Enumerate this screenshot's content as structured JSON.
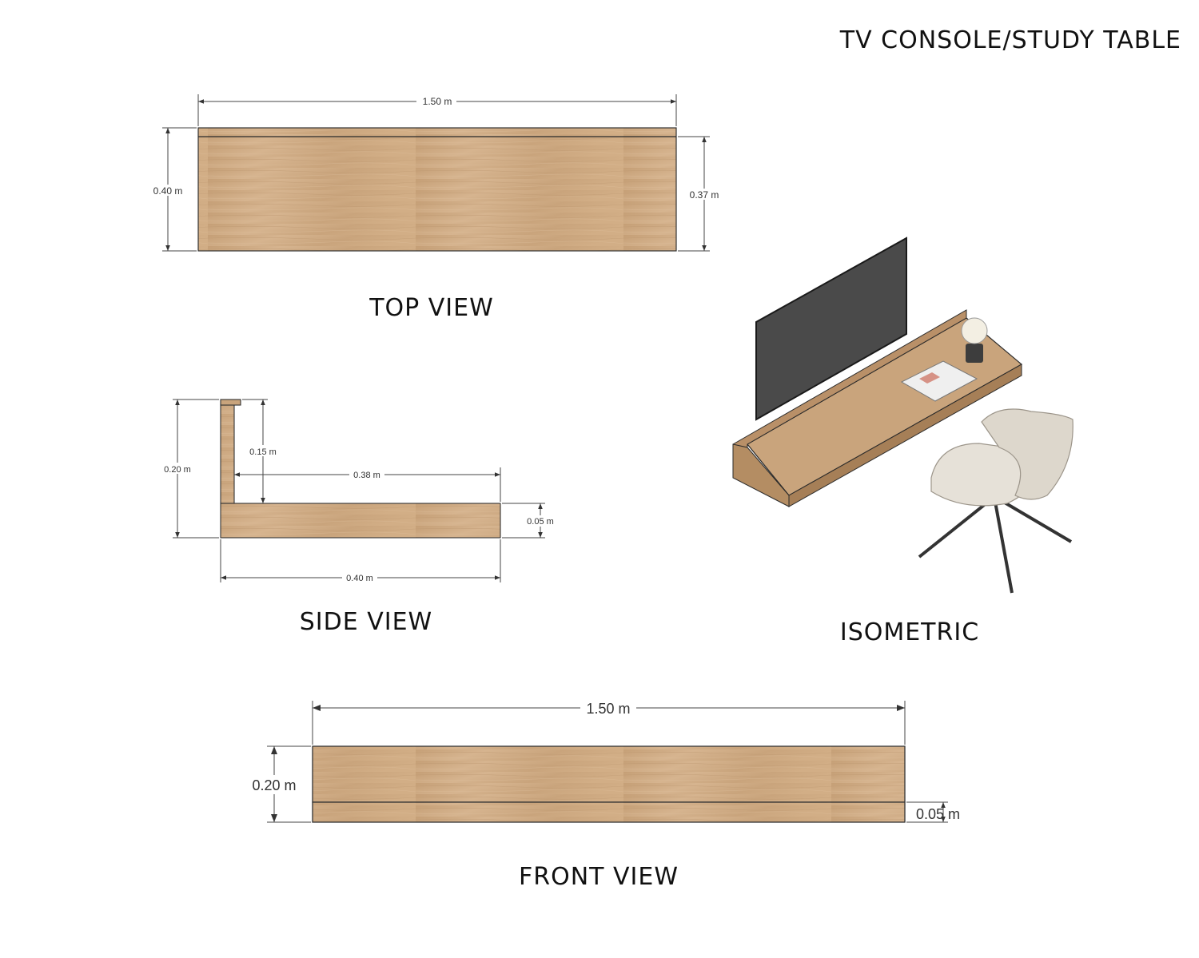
{
  "title": "TV CONSOLE/STUDY TABLE",
  "colors": {
    "wood": "#c9a47c",
    "wood_light": "#d4b18b",
    "wood_dark": "#b48d63",
    "tv": "#4a4a4a",
    "chair": "#e6e1d8",
    "chair_leg": "#333333"
  },
  "top_view": {
    "label": "TOP VIEW",
    "width_dim": "1.50 m",
    "depth_dim": "0.40 m",
    "inner_depth_dim": "0.37 m"
  },
  "side_view": {
    "label": "SIDE VIEW",
    "height_dim": "0.20 m",
    "back_height_dim": "0.15 m",
    "inner_depth_dim": "0.38 m",
    "thickness_dim": "0.05 m",
    "depth_dim": "0.40 m"
  },
  "isometric": {
    "label": "ISOMETRIC"
  },
  "front_view": {
    "label": "FRONT VIEW",
    "width_dim": "1.50 m",
    "height_dim": "0.20 m",
    "thickness_dim": "0.05 m"
  }
}
